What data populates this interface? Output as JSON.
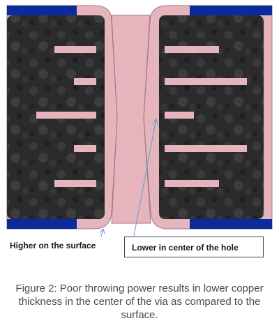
{
  "labels": {
    "higher": "Higher on the surface",
    "lower": "Lower in center of the hole"
  },
  "caption": "Figure 2: Poor throwing power results in lower copper thickness in the center of the via as compared to the surface.",
  "colors": {
    "copper": "#e6b4bc",
    "copper_edge": "#a07880",
    "laminate": "#2e2e2e",
    "pad": "#0b2a9e",
    "arrow": "#5aa0d8"
  }
}
